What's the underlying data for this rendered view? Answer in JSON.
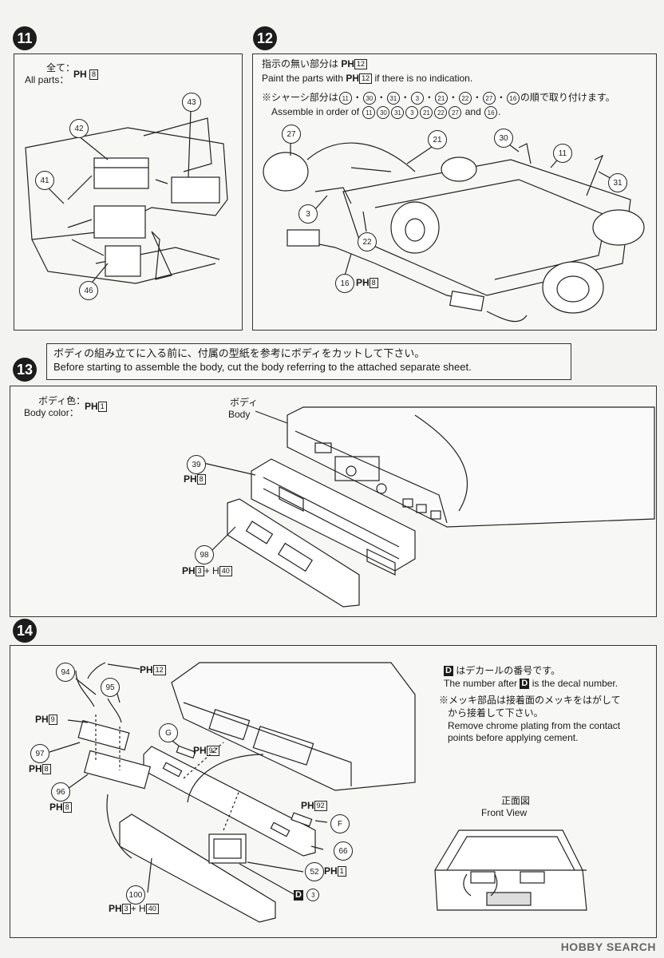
{
  "steps": {
    "s11": {
      "number": "11",
      "paint_jp": "全て：",
      "paint_en": "All parts：",
      "ph": "PH",
      "ph_box": "8",
      "parts": [
        "43",
        "42",
        "41",
        "46"
      ]
    },
    "s12": {
      "number": "12",
      "line1_jp": "指示の無い部分は",
      "line1_ph": "PH",
      "line1_box": "12",
      "line2_a": "Paint the parts with",
      "line2_ph": "PH",
      "line2_box": "12",
      "line2_b": "if there is no indication.",
      "line3_jp_a": "※シャーシ部分は",
      "line3_jp_b": "の順で取り付けます。",
      "line4_en_a": "Assemble in order of",
      "line4_and": "and",
      "order": [
        "11",
        "30",
        "31",
        "3",
        "21",
        "22",
        "27"
      ],
      "order_last": "16",
      "parts": [
        "27",
        "21",
        "30",
        "11",
        "31",
        "3",
        "22",
        "16"
      ],
      "ph16": "PH",
      "ph16_box": "8"
    },
    "notice": {
      "jp": "ボディの組み立てに入る前に、付属の型紙を参考にボディをカットして下さい。",
      "en": "Before starting to assemble the body, cut the body referring to the attached separate sheet."
    },
    "s13": {
      "number": "13",
      "color_jp": "ボディ色：",
      "color_en": "Body color：",
      "ph": "PH",
      "ph_box": "1",
      "body_jp": "ボディ",
      "body_en": "Body",
      "p39": "39",
      "p39_ph": "PH",
      "p39_box": "8",
      "p98": "98",
      "p98_ph": "PH",
      "p98_box1": "3",
      "p98_plus": "+ H",
      "p98_box2": "40"
    },
    "s14": {
      "number": "14",
      "decal_letter": "D",
      "decal_jp": "はデカールの番号です。",
      "decal_en_a": "The number after",
      "decal_en_b": "is the decal number.",
      "chrome_jp1": "※メッキ部品は接着面のメッキをはがして",
      "chrome_jp2": "から接着して下さい。",
      "chrome_en1": "Remove chrome plating from the contact",
      "chrome_en2": "points before applying cement.",
      "front_jp": "正面図",
      "front_en": "Front View",
      "p94": "94",
      "p95": "95",
      "ph12": "PH",
      "ph12_box": "12",
      "ph9": "PH",
      "ph9_box": "9",
      "p97": "97",
      "ph8a": "PH",
      "ph8a_box": "8",
      "p96": "96",
      "ph8b": "PH",
      "ph8b_box": "8",
      "g_letter": "G",
      "ph92a": "PH",
      "ph92a_box": "92",
      "ph92b": "PH",
      "ph92b_box": "92",
      "f_letter": "F",
      "p66": "66",
      "p52": "52",
      "ph1": "PH",
      "ph1_box": "1",
      "decal_num_letter": "D",
      "decal_num": "3",
      "p100": "100",
      "p100_ph": "PH",
      "p100_box1": "3",
      "p100_plus": "+ H",
      "p100_box2": "40"
    }
  },
  "watermark": "HOBBY SEARCH"
}
